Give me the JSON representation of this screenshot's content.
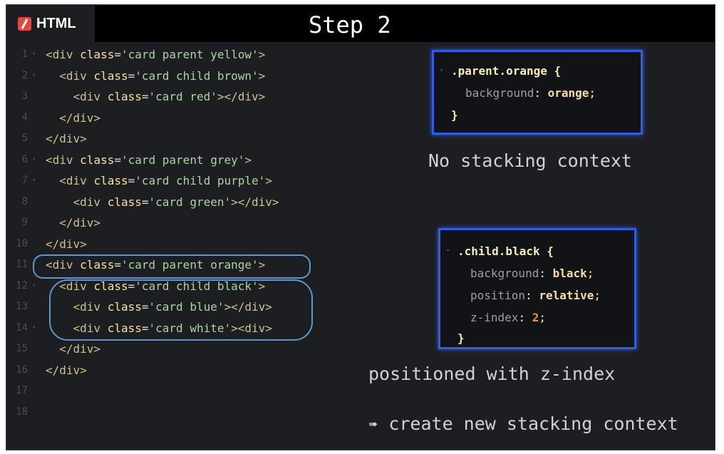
{
  "header": {
    "tab_label": "HTML",
    "title": "Step 2"
  },
  "code_lines": [
    {
      "n": "1",
      "fold": "▾",
      "indent": "",
      "tag": "<div",
      "attr": "class",
      "value": "'card parent yellow'",
      "close": ">"
    },
    {
      "n": "2",
      "fold": "▾",
      "indent": "  ",
      "tag": "<div",
      "attr": "class",
      "value": "'card child brown'",
      "close": ">"
    },
    {
      "n": "3",
      "fold": "",
      "indent": "    ",
      "tag": "<div",
      "attr": "class",
      "value": "'card red'",
      "close": "></div>"
    },
    {
      "n": "4",
      "fold": "",
      "indent": "  ",
      "tag": "</div>",
      "attr": "",
      "value": "",
      "close": ""
    },
    {
      "n": "5",
      "fold": "",
      "indent": "",
      "tag": "</div>",
      "attr": "",
      "value": "",
      "close": ""
    },
    {
      "n": "6",
      "fold": "▾",
      "indent": "",
      "tag": "<div",
      "attr": "class",
      "value": "'card parent grey'",
      "close": ">"
    },
    {
      "n": "7",
      "fold": "▾",
      "indent": "  ",
      "tag": "<div",
      "attr": "class",
      "value": "'card child purple'",
      "close": ">"
    },
    {
      "n": "8",
      "fold": "",
      "indent": "    ",
      "tag": "<div",
      "attr": "class",
      "value": "'card green'",
      "close": "></div>"
    },
    {
      "n": "9",
      "fold": "",
      "indent": "  ",
      "tag": "</div>",
      "attr": "",
      "value": "",
      "close": ""
    },
    {
      "n": "10",
      "fold": "",
      "indent": "",
      "tag": "</div>",
      "attr": "",
      "value": "",
      "close": ""
    },
    {
      "n": "11",
      "fold": "▾",
      "indent": "",
      "tag": "<div",
      "attr": "class",
      "value": "'card parent orange'",
      "close": ">"
    },
    {
      "n": "12",
      "fold": "▾",
      "indent": "  ",
      "tag": "<div",
      "attr": "class",
      "value": "'card child black'",
      "close": ">"
    },
    {
      "n": "13",
      "fold": "",
      "indent": "    ",
      "tag": "<div",
      "attr": "class",
      "value": "'card blue'",
      "close": "></div>"
    },
    {
      "n": "14",
      "fold": "▾",
      "indent": "    ",
      "tag": "<div",
      "attr": "class",
      "value": "'card white'",
      "close": "><div>"
    },
    {
      "n": "15",
      "fold": "",
      "indent": "  ",
      "tag": "</div>",
      "attr": "",
      "value": "",
      "close": ""
    },
    {
      "n": "16",
      "fold": "",
      "indent": "",
      "tag": "</div>",
      "attr": "",
      "value": "",
      "close": ""
    },
    {
      "n": "17",
      "fold": "",
      "indent": "",
      "tag": "",
      "attr": "",
      "value": "",
      "close": ""
    },
    {
      "n": "18",
      "fold": "",
      "indent": "",
      "tag": "",
      "attr": "",
      "value": "",
      "close": ""
    }
  ],
  "css_box_1": {
    "selector": ".parent.orange",
    "open": "{",
    "decls": [
      {
        "prop": "background",
        "value": "orange",
        "kind": "val"
      }
    ],
    "close": "}"
  },
  "css_box_2": {
    "selector": ".child.black",
    "open": "{",
    "decls": [
      {
        "prop": "background",
        "value": "black",
        "kind": "val"
      },
      {
        "prop": "position",
        "value": "relative",
        "kind": "val"
      },
      {
        "prop": "z-index",
        "value": "2",
        "kind": "num"
      }
    ],
    "close": "}"
  },
  "notes": {
    "no_context": "No stacking context",
    "positioned": "positioned with z-index",
    "arrow": "➠",
    "creates": "create new stacking context"
  },
  "colors": {
    "highlight": "#5b97d0",
    "css_border": "#2f5fe0",
    "html_icon": "#e8463a"
  }
}
